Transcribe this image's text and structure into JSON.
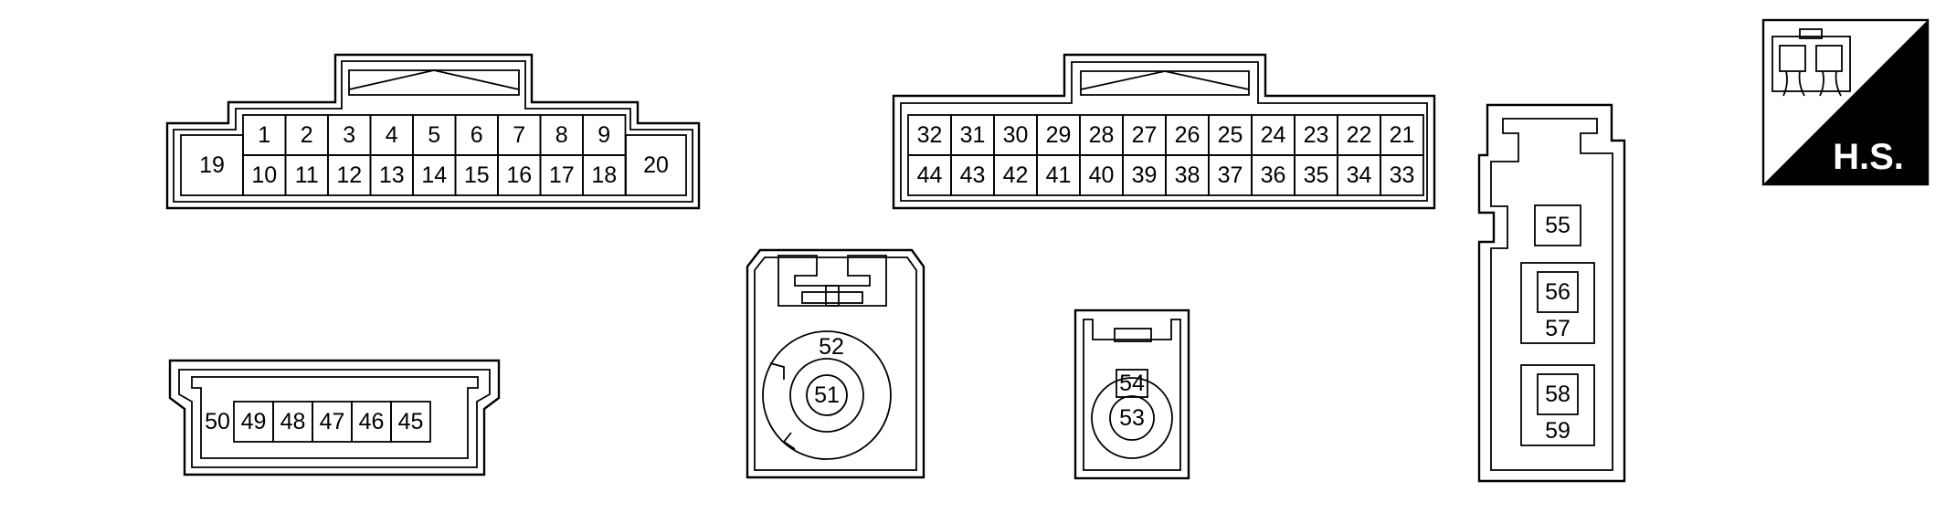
{
  "connector_a": {
    "top_row": [
      "1",
      "2",
      "3",
      "4",
      "5",
      "6",
      "7",
      "8",
      "9"
    ],
    "bottom_row": [
      "10",
      "11",
      "12",
      "13",
      "14",
      "15",
      "16",
      "17",
      "18"
    ],
    "left_end": "19",
    "right_end": "20"
  },
  "connector_b": {
    "top_row": [
      "32",
      "31",
      "30",
      "29",
      "28",
      "27",
      "26",
      "25",
      "24",
      "23",
      "22",
      "21"
    ],
    "bottom_row": [
      "44",
      "43",
      "42",
      "41",
      "40",
      "39",
      "38",
      "37",
      "36",
      "35",
      "34",
      "33"
    ]
  },
  "connector_c": {
    "end": "50",
    "pins": [
      "49",
      "48",
      "47",
      "46",
      "45"
    ]
  },
  "connector_d": {
    "outer": "52",
    "inner": "51"
  },
  "connector_e": {
    "outer": "54",
    "inner": "53"
  },
  "connector_f": {
    "single": "55",
    "pair_1": {
      "inner": "56",
      "outer": "57"
    },
    "pair_2": {
      "inner": "58",
      "outer": "59"
    }
  },
  "hs_badge": {
    "label": "H.S.",
    "colors": {
      "fill": "#000000",
      "text": "#ffffff"
    }
  }
}
